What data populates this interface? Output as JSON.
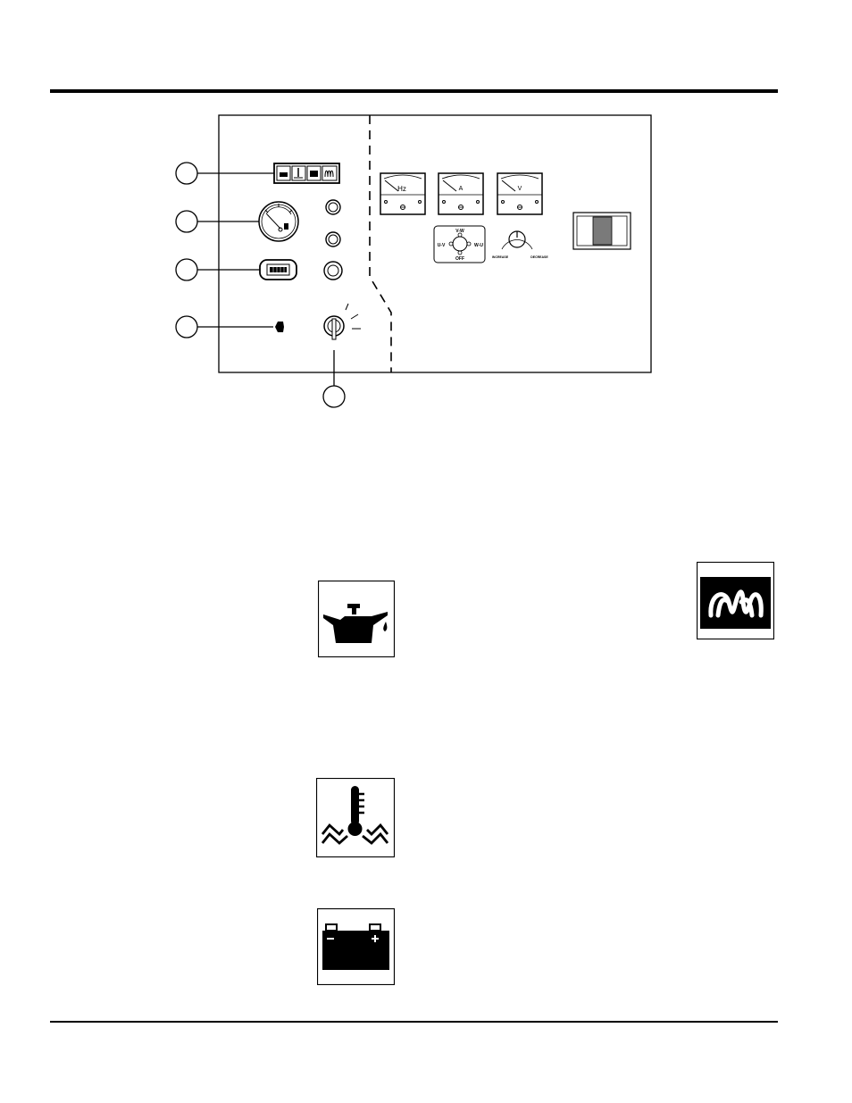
{
  "panel": {
    "meters": [
      {
        "name": "hz-meter",
        "label": "Hz"
      },
      {
        "name": "ammeter",
        "label": "A"
      },
      {
        "name": "voltmeter",
        "label": "V"
      }
    ],
    "selector_switch": {
      "top": "V-W",
      "left": "U-V",
      "right": "W-U",
      "bottom": "OFF"
    },
    "voltage_knob": {
      "left": "INCREASE",
      "right": "DECREASE"
    }
  },
  "icons": [
    "oil-pressure-icon",
    "glow-plug-icon",
    "coolant-temperature-icon",
    "battery-charge-icon"
  ]
}
